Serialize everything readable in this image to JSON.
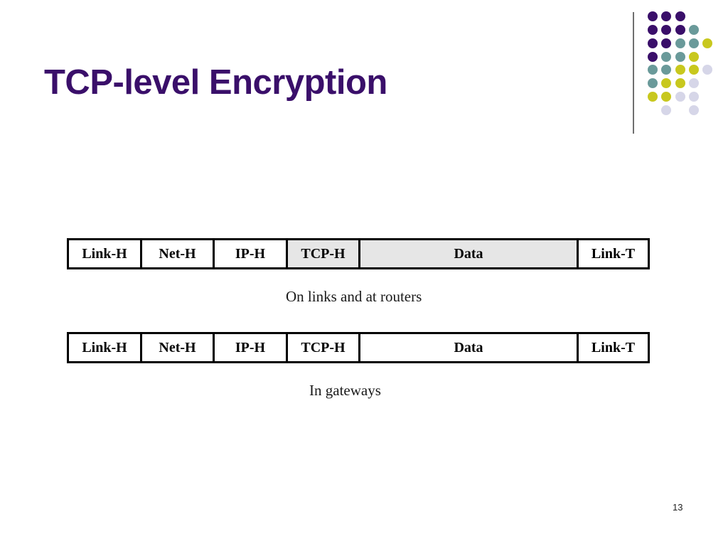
{
  "slide": {
    "title": "TCP-level Encryption",
    "page_number": "13"
  },
  "diagram": {
    "rows": [
      {
        "fields": [
          {
            "label": "Link-H",
            "encrypted": false
          },
          {
            "label": "Net-H",
            "encrypted": false
          },
          {
            "label": "IP-H",
            "encrypted": false
          },
          {
            "label": "TCP-H",
            "encrypted": true
          },
          {
            "label": "Data",
            "encrypted": true
          },
          {
            "label": "Link-T",
            "encrypted": false
          }
        ],
        "caption": "On links and at routers"
      },
      {
        "fields": [
          {
            "label": "Link-H",
            "encrypted": false
          },
          {
            "label": "Net-H",
            "encrypted": false
          },
          {
            "label": "IP-H",
            "encrypted": false
          },
          {
            "label": "TCP-H",
            "encrypted": false
          },
          {
            "label": "Data",
            "encrypted": false
          },
          {
            "label": "Link-T",
            "encrypted": false
          }
        ],
        "caption": "In gateways"
      }
    ]
  },
  "colors": {
    "title": "#3a0f6a",
    "encrypted_fill": "#e6e6e6",
    "dot_purple": "#3a0f6a",
    "dot_teal": "#6a9a9a",
    "dot_yellow": "#c8c81e",
    "dot_lavender": "#d6d6e8"
  }
}
